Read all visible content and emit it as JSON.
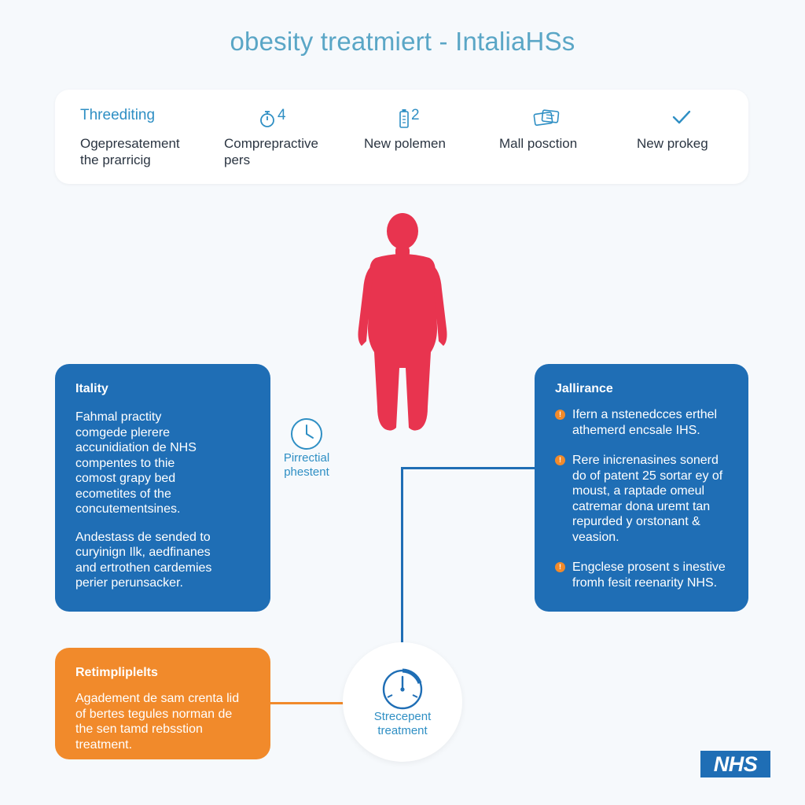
{
  "title": "obesity treatmiert - IntaliaHSs",
  "topbar": {
    "items": [
      {
        "head": "Threediting",
        "lines": [
          "Ogepresatement",
          "the prarricig"
        ]
      },
      {
        "head": "4",
        "icon": "timer-icon",
        "lines": [
          "Comprepractive",
          "pers"
        ]
      },
      {
        "head": "2",
        "icon": "battery-icon",
        "lines": [
          "New polemen"
        ]
      },
      {
        "icon": "ticket-icon",
        "lines": [
          "Mall posction"
        ]
      },
      {
        "icon": "check-icon",
        "lines": [
          "New prokeg"
        ]
      }
    ]
  },
  "figure": {
    "icon": "human-body-icon",
    "color": "#e8344f"
  },
  "left_card": {
    "title": "Itality",
    "para1": [
      "Fahmal practity",
      "comgede plerere",
      "accunidiation de NHS",
      "compentes to thie",
      "comost grapy bed",
      "ecometites of the",
      "concutementsines."
    ],
    "para2": [
      "Andestass de sended to",
      "curyinign Ilk, aedfinanes",
      "and ertrothen cardemies",
      "perier perunsacker."
    ]
  },
  "clock": {
    "icon": "clock-icon",
    "label": [
      "Pirrectial",
      "phestent"
    ]
  },
  "right_card": {
    "title": "Jallirance",
    "bullets": [
      {
        "marker": "!",
        "lines": [
          "Ifern a nstenedcces erthel",
          "athemerd encsale IHS."
        ]
      },
      {
        "marker": "!",
        "lines": [
          "Rere inicrenasines sonerd",
          "do of patent 25 sortar ey of",
          "moust, a raptade omeul",
          "catremar dona uremt tan",
          "repurded y orstonant &",
          "veasion."
        ]
      },
      {
        "marker": "!",
        "lines": [
          "Engclese prosent s inestive",
          "fromh fesit reenarity NHS."
        ]
      }
    ]
  },
  "orange_card": {
    "title": "Retimpliplelts",
    "lines": [
      "Agadement de sam crenta lid",
      "of bertes tegules norman de",
      "the sen tamd rebsstion",
      "treatment."
    ]
  },
  "bottom_node": {
    "icon": "stopwatch-icon",
    "label": [
      "Strecepent",
      "treatment"
    ]
  },
  "logo": {
    "text": "NHS"
  },
  "colors": {
    "accent_blue": "#1f6eb5",
    "accent_orange": "#f18a2b",
    "figure_red": "#e8344f",
    "title_blue": "#5aa6c6"
  }
}
